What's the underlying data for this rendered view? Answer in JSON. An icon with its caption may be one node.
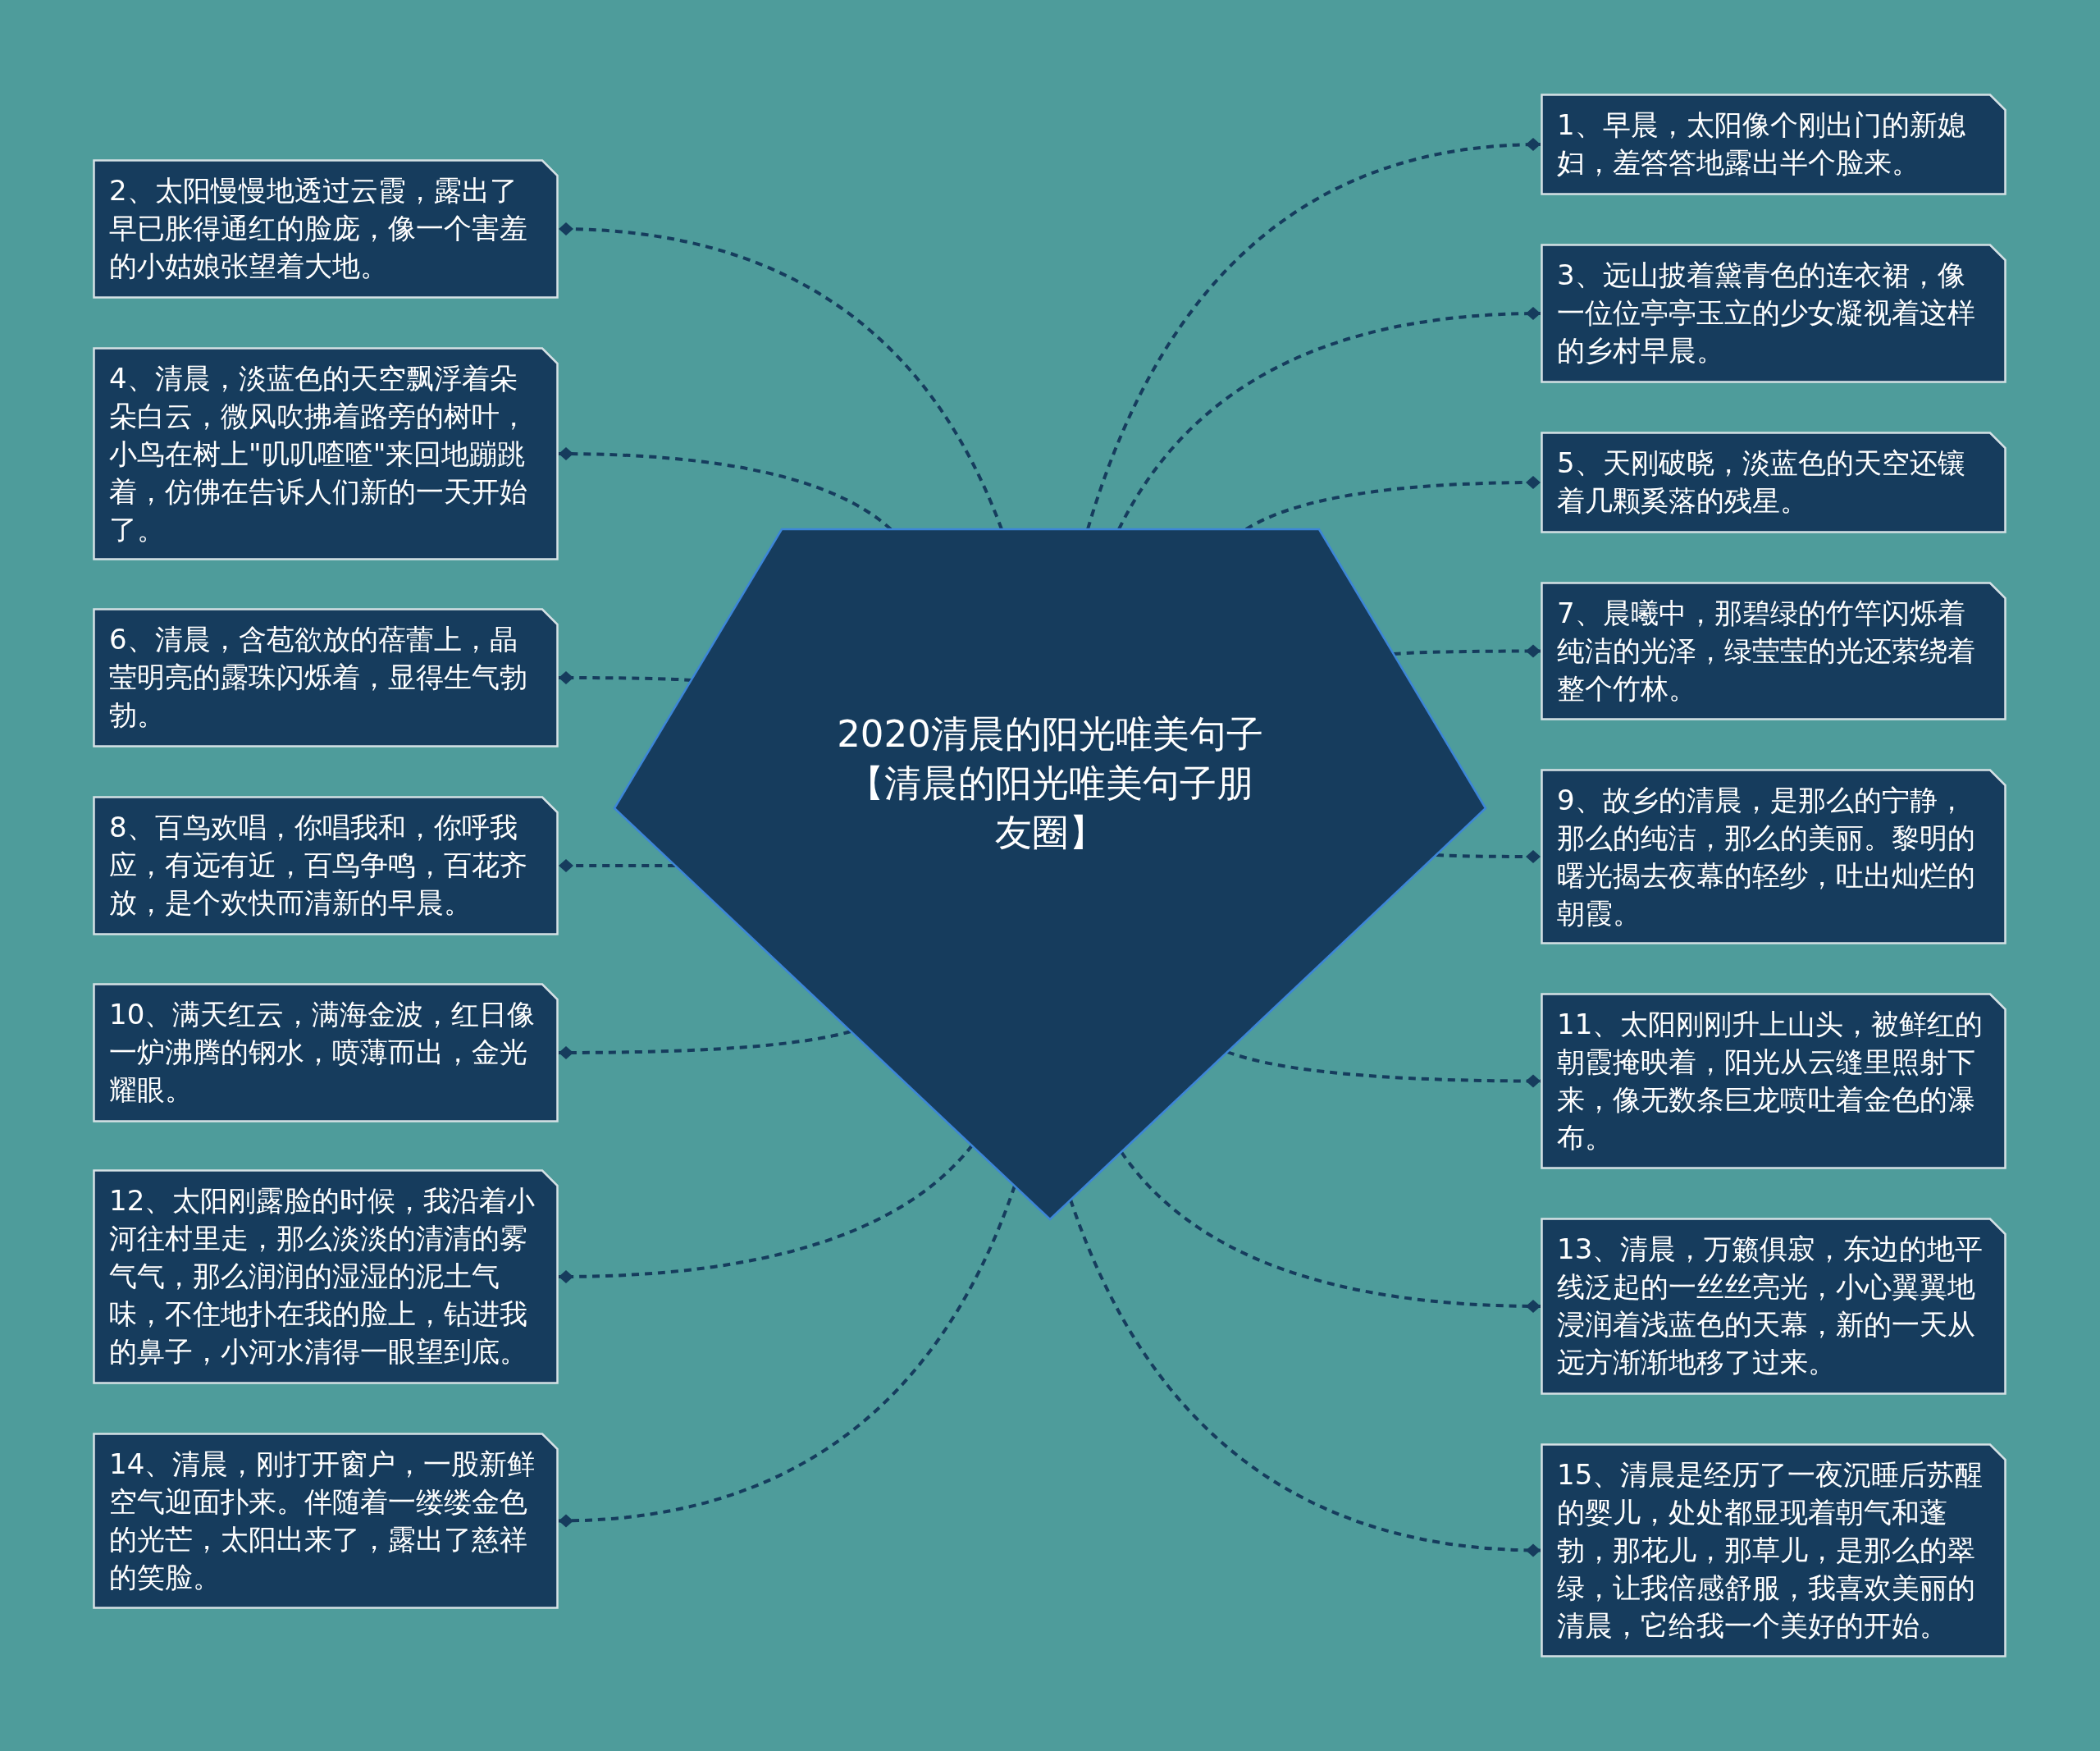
{
  "diagram": {
    "nodes": [
      {
        "text": [
          "2020清晨的阳光唯美句子【清晨的阳光唯美句子朋友圈】"
        ]
      },
      {
        "text": [
          "1、早晨，太阳像个刚出门的新媳妇，羞答答地露出半个脸来。"
        ]
      },
      {
        "text": [
          "2、太阳慢慢地透过云霞，露出了早已胀得通红的脸庞，像一个害羞的小姑娘张望着大地。"
        ]
      },
      {
        "text": [
          "3、远山披着黛青色的连衣裙，像一位位亭亭玉立的少女凝视着这样的乡村早晨。"
        ]
      },
      {
        "text": [
          "4、清晨，淡蓝色的天空飘浮着朵朵白云，微风吹拂着路旁的树叶，小鸟在树上\"叽叽喳喳\"来回地蹦跳着，仿佛在告诉人们新的一天开始了。"
        ]
      },
      {
        "text": [
          "5、天刚破晓，淡蓝色的天空还镶着几颗奚落的残星。"
        ]
      },
      {
        "text": [
          "6、清晨，含苞欲放的蓓蕾上，晶莹明亮的露珠闪烁着，显得生气勃勃。"
        ]
      },
      {
        "text": [
          "7、晨曦中，那碧绿的竹竿闪烁着纯洁的光泽，绿莹莹的光还萦绕着整个竹林。"
        ]
      },
      {
        "text": [
          "8、百鸟欢唱，你唱我和，你呼我应，有远有近，百鸟争鸣，百花齐放，是个欢快而清新的早晨。"
        ]
      },
      {
        "text": [
          "9、故乡的清晨，是那么的宁静，那么的纯洁，那么的美丽。黎明的曙光揭去夜幕的轻纱，吐出灿烂的朝霞。"
        ]
      },
      {
        "text": [
          "10、满天红云，满海金波，红日像一炉沸腾的钢水，喷薄而出，金光耀眼。"
        ]
      },
      {
        "text": [
          "11、太阳刚刚升上山头，被鲜红的朝霞掩映着，阳光从云缝里照射下来，像无数条巨龙喷吐着金色的瀑布。"
        ]
      },
      {
        "text": [
          "12、太阳刚露脸的时候，我沿着小河往村里走，那么淡淡的清清的雾气气，那么润润的湿湿的泥土气味，不住地扑在我的脸上，钻进我的鼻子，小河水清得一眼望到底。"
        ]
      },
      {
        "text": [
          "13、清晨，万籁俱寂，东边的地平线泛起的一丝丝亮光，小心翼翼地浸润着浅蓝色的天幕，新的一天从远方渐渐地移了过来。"
        ]
      },
      {
        "text": [
          "14、清晨，刚打开窗户，一股新鲜空气迎面扑来。伴随着一缕缕金色的光芒，太阳出来了，露出了慈祥的笑脸。"
        ]
      },
      {
        "text": [
          "15、清晨是经历了一夜沉睡后苏醒的婴儿，处处都显现着朝气和蓬勃，那花儿，那草儿，是那么的翠绿，让我倍感舒服，我喜欢美丽的清晨，它给我一个美好的开始。"
        ]
      }
    ],
    "edges": [
      {
        "from": 0,
        "to": 1,
        "arrow": "other",
        "style": "dashed"
      },
      {
        "from": 0,
        "to": 2,
        "arrow": "other",
        "style": "dashed"
      },
      {
        "from": 0,
        "to": 3,
        "arrow": "other",
        "style": "dashed"
      },
      {
        "from": 0,
        "to": 4,
        "arrow": "other",
        "style": "dashed"
      },
      {
        "from": 0,
        "to": 5,
        "arrow": "other",
        "style": "dashed"
      },
      {
        "from": 0,
        "to": 6,
        "arrow": "other",
        "style": "dashed"
      },
      {
        "from": 0,
        "to": 7,
        "arrow": "other",
        "style": "dashed"
      },
      {
        "from": 0,
        "to": 8,
        "arrow": "other",
        "style": "dashed"
      },
      {
        "from": 0,
        "to": 9,
        "arrow": "other",
        "style": "dashed"
      },
      {
        "from": 0,
        "to": 10,
        "arrow": "other",
        "style": "dashed"
      },
      {
        "from": 0,
        "to": 11,
        "arrow": "other",
        "style": "dashed"
      },
      {
        "from": 0,
        "to": 12,
        "arrow": "other",
        "style": "dashed"
      },
      {
        "from": 0,
        "to": 13,
        "arrow": "other",
        "style": "dashed"
      },
      {
        "from": 0,
        "to": 14,
        "arrow": "other",
        "style": "dashed"
      },
      {
        "from": 0,
        "to": 15,
        "arrow": "other",
        "style": "dashed"
      }
    ]
  }
}
